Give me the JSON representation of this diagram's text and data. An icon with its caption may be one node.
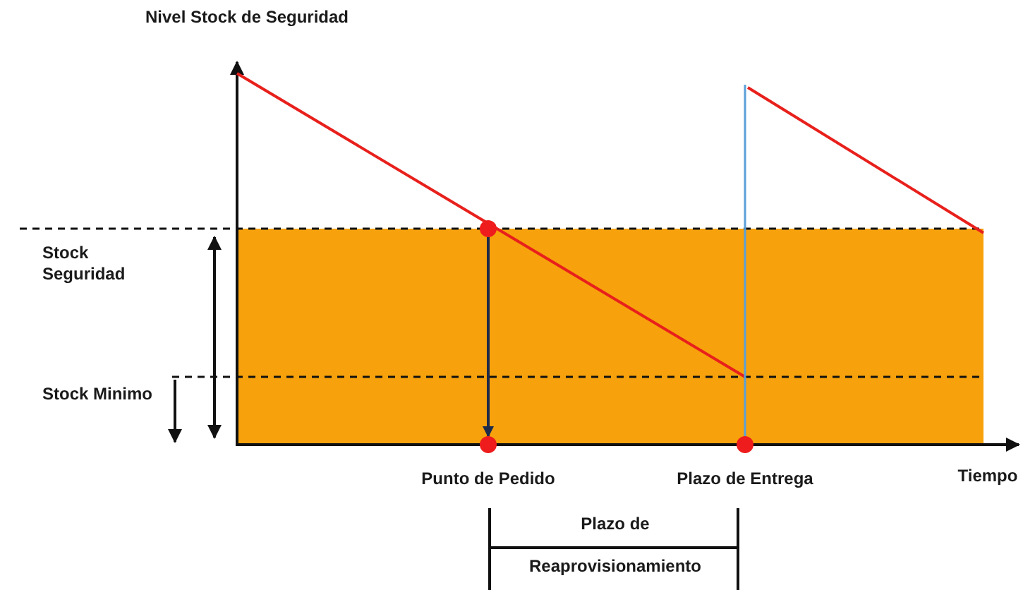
{
  "diagram": {
    "nodes": [
      {
        "text": [],
        "shape": "circle"
      },
      {
        "text": [],
        "shape": "circle",
        "beside": [
          "Punto de Pedido"
        ]
      },
      {
        "text": [],
        "shape": "circle",
        "beside": [
          "Plazo de Entrega"
        ]
      }
    ],
    "edges": [
      {
        "from": 0,
        "to": 1,
        "arrow": "to"
      }
    ],
    "labels": [
      "Nivel Stock de Seguridad",
      "Stock Seguridad",
      "Stock Minimo",
      "Tiempo",
      "Plazo de",
      "Reaprovisionamiento"
    ]
  }
}
